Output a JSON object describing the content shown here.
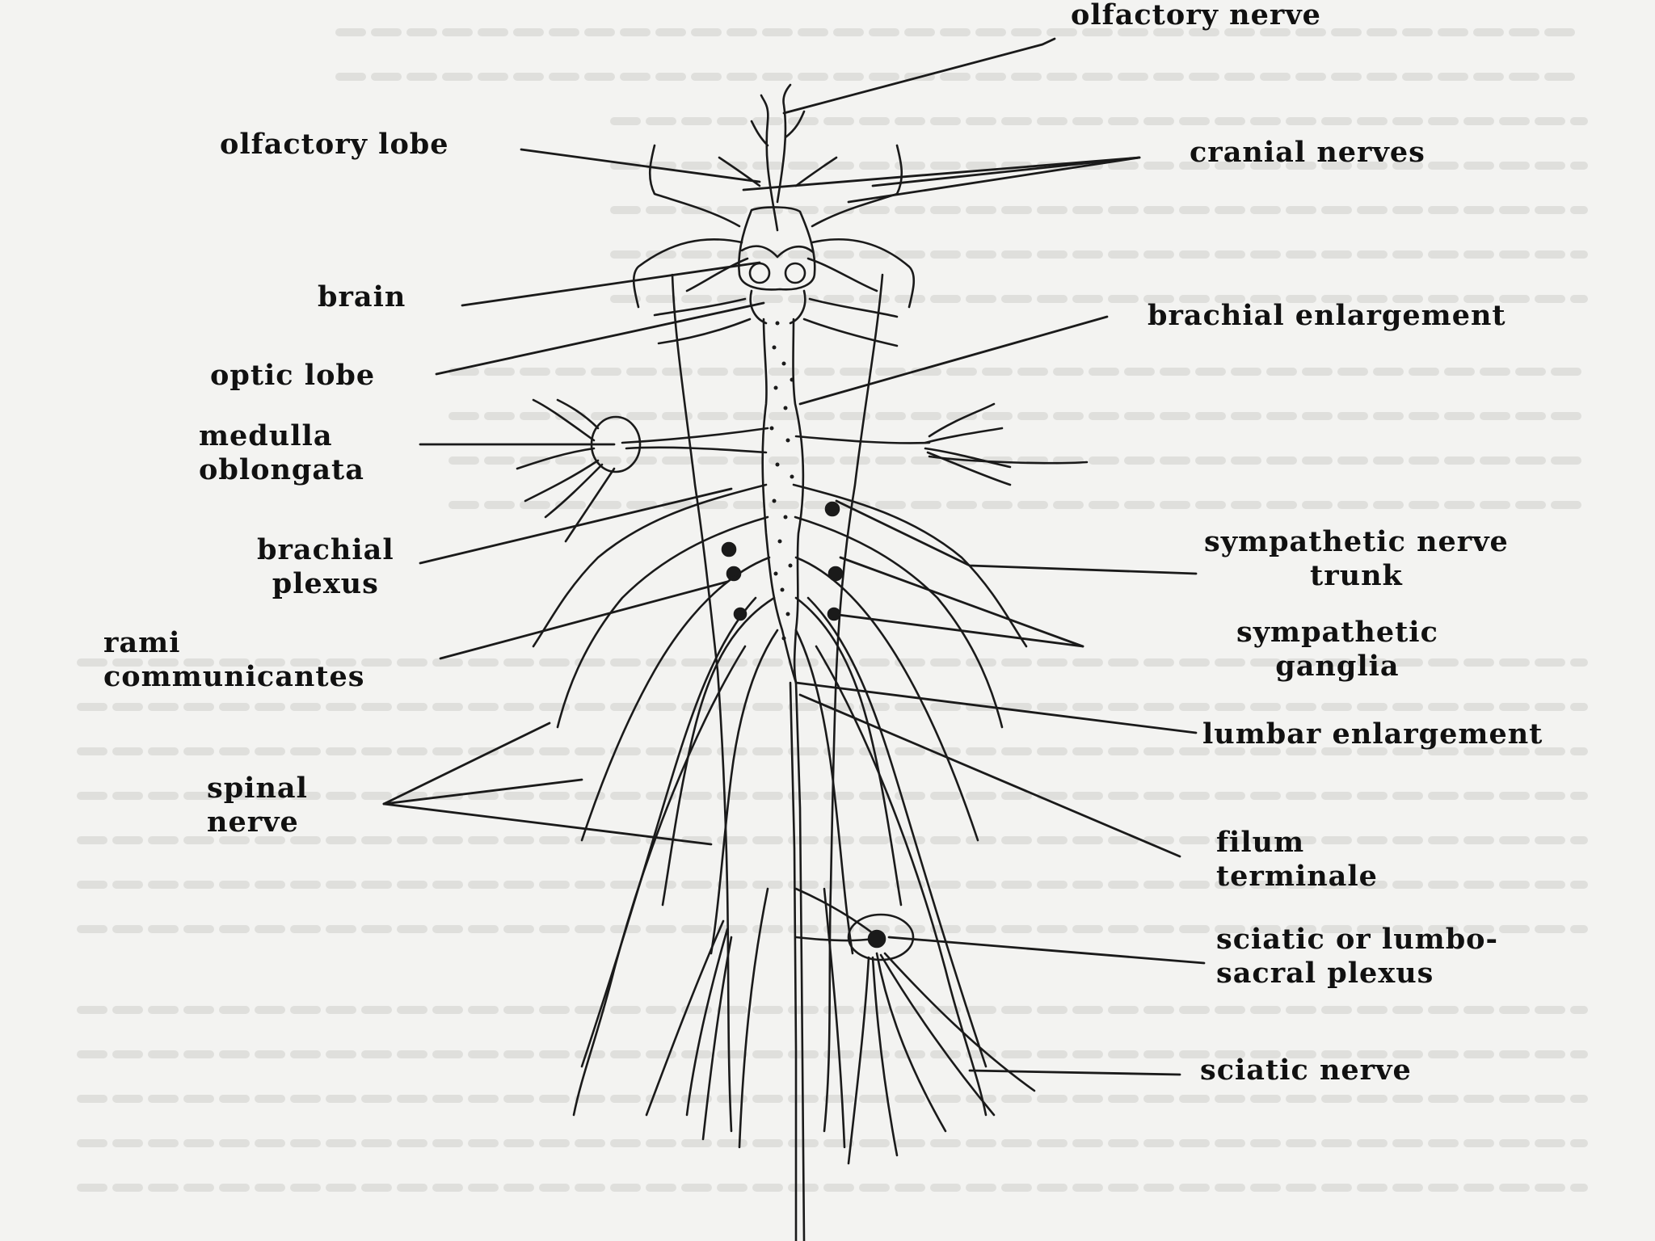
{
  "labels": {
    "olfactory_nerve": "olfactory nerve",
    "olfactory_lobe": "olfactory lobe",
    "cranial_nerves": "cranial nerves",
    "brain": "brain",
    "brachial_enlargement": "brachial enlargement",
    "optic_lobe": "optic lobe",
    "medulla_oblongata": [
      "medulla",
      "oblongata"
    ],
    "brachial_plexus": [
      "brachial",
      "plexus"
    ],
    "sympathetic_nerve_trunk": [
      "sympathetic nerve",
      "trunk"
    ],
    "rami_communicantes": [
      "rami",
      "communicantes"
    ],
    "sympathetic_ganglia": [
      "sympathetic",
      "ganglia"
    ],
    "lumbar_enlargement": "lumbar enlargement",
    "spinal_nerve": [
      "spinal",
      "nerve"
    ],
    "filum_terminale": [
      "filum",
      "terminale"
    ],
    "sciatic_plexus": [
      "sciatic or lumbo-",
      "sacral plexus"
    ],
    "sciatic_nerve": "sciatic nerve"
  },
  "colors": {
    "ink": "#1a1a1a",
    "paper": "#f3f3f1",
    "faint_text": "#c9c9c6"
  }
}
